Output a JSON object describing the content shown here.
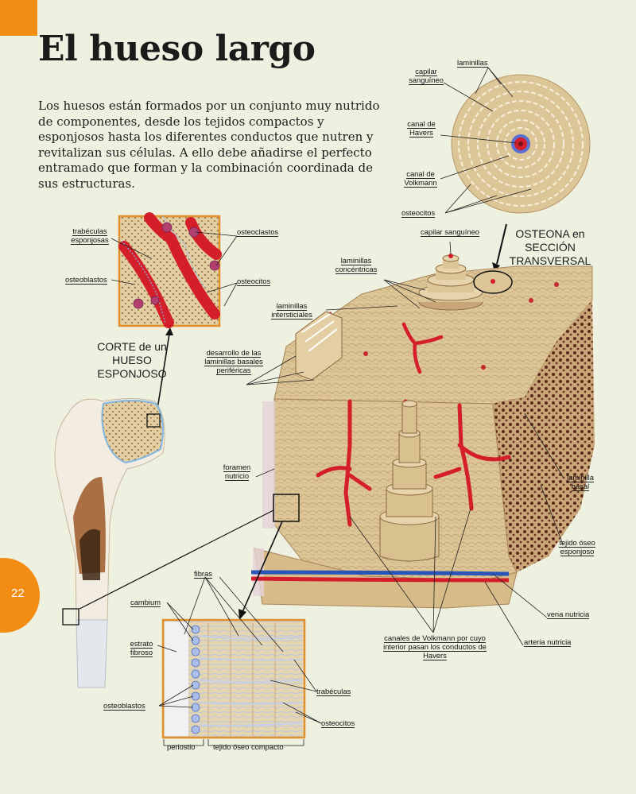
{
  "page": {
    "title": "El hueso largo",
    "intro": "Los huesos están formados por un conjunto muy nutrido de componentes, desde los tejidos compactos y esponjosos hasta los diferentes conductos que nutren y revitalizan sus células. A ello debe añadirse el perfecto entramado que forman y la combinación coordinada de sus estructuras.",
    "page_number": "22"
  },
  "colors": {
    "accent": "#f28c12",
    "bone": "#d9c08f",
    "bone_dark": "#a8865a",
    "vessel": "#d41e2a",
    "vein": "#2a55b8",
    "marrow_spot": "#b04070",
    "frame": "#e0902c"
  },
  "labels": {
    "laminillas": "laminillas",
    "capilar_sanguineo_1": "capilar sanguíneo",
    "canal_havers": "canal de Havers",
    "canal_volkmann": "canal de Volkmann",
    "osteocitos_top": "osteocitos",
    "osteona_title": "OSTEONA en SECCIÓN TRANSVERSAL",
    "capilar_sanguineo_2": "capilar sanguíneo",
    "laminillas_concentricas": "laminillas concéntricas",
    "laminillas_intersticiales": "laminillas intersticiales",
    "desarrollo": "desarrollo de las laminillas basales periféricas",
    "trabeculas_esponjosas": "trabéculas esponjosas",
    "osteoclastos": "osteoclastos",
    "osteoblastos_1": "osteoblastos",
    "osteocitos_mid": "osteocitos",
    "corte_title": "CORTE de un HUESO ESPONJOSO",
    "foramen_nutricio": "foramen nutricio",
    "laminilla_basal": "laminilla basal",
    "tejido_esponjoso": "tejido óseo esponjoso",
    "vena_nutricia": "vena nutricia",
    "arteria_nutricia": "arteria nutricia",
    "canales_volkmann": "canales de Volkmann por cuyo interior pasan los conductos de Havers",
    "fibras": "fibras",
    "cambium": "cambium",
    "estrato_fibroso": "estrato fibroso",
    "osteoblastos_2": "osteoblastos",
    "trabeculas": "trabéculas",
    "osteocitos_bottom": "osteocitos",
    "periostio": "periostio",
    "tejido_compacto": "tejido óseo compacto"
  }
}
